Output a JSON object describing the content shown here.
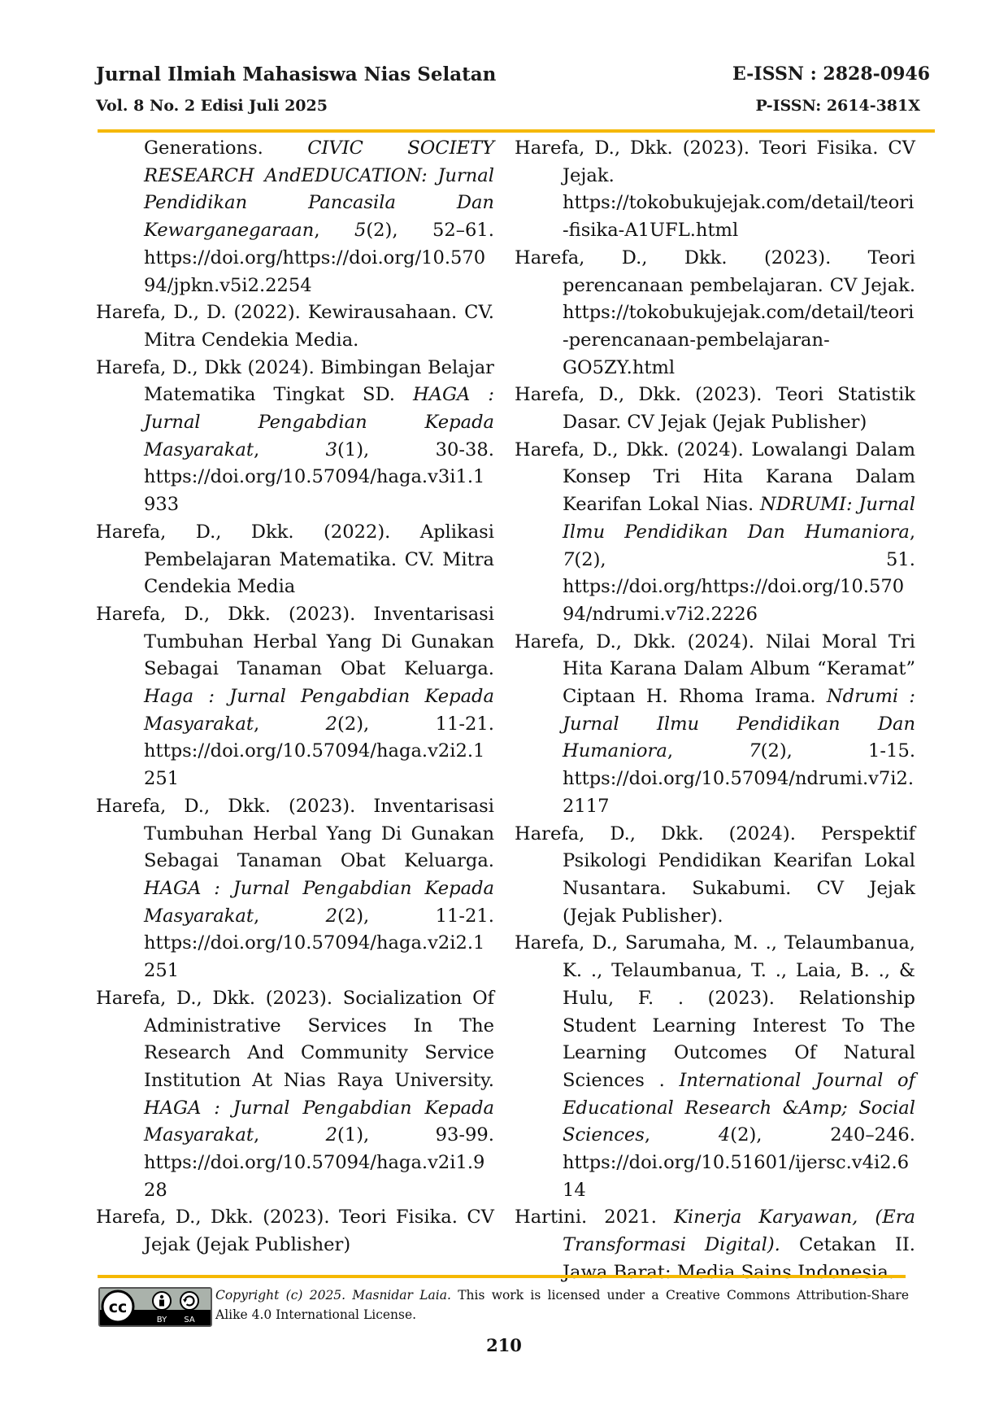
{
  "header": {
    "journal_title": "Jurnal Ilmiah Mahasiswa Nias Selatan",
    "volume": "Vol. 8 No. 2 Edisi Juli 2025",
    "eissn": "E-ISSN : 2828-0946",
    "pissn": "P-ISSN: 2614-381X"
  },
  "colors": {
    "rule": "#F5B800",
    "text": "#111111"
  },
  "left_column": [
    {
      "continuation": true,
      "parts": [
        {
          "t": "Generations. "
        },
        {
          "t": "CIVIC SOCIETY RESEARCH AndEDUCATION: Jurnal Pendidikan Pancasila Dan Kewarganegaraan",
          "i": true
        },
        {
          "t": ", "
        },
        {
          "t": "5",
          "i": true
        },
        {
          "t": "(2), 52–61. https://doi.org/https://doi.org/10.57094/jpkn.v5i2.2254"
        }
      ]
    },
    {
      "parts": [
        {
          "t": "Harefa, D., D. (2022). Kewirausahaan. CV. Mitra Cendekia Media."
        }
      ]
    },
    {
      "parts": [
        {
          "t": "Harefa, D., Dkk (2024). Bimbingan Belajar Matematika Tingkat SD. "
        },
        {
          "t": "HAGA : Jurnal Pengabdian Kepada Masyarakat",
          "i": true
        },
        {
          "t": ", "
        },
        {
          "t": "3",
          "i": true
        },
        {
          "t": "(1), 30-38. https://doi.org/10.57094/haga.v3i1.1933"
        }
      ]
    },
    {
      "parts": [
        {
          "t": "Harefa, D., Dkk. (2022). Aplikasi Pembelajaran Matematika. CV. Mitra Cendekia Media"
        }
      ]
    },
    {
      "parts": [
        {
          "t": "Harefa, D., Dkk. (2023). Inventarisasi Tumbuhan Herbal Yang Di Gunakan Sebagai Tanaman Obat Keluarga. "
        },
        {
          "t": "Haga : Jurnal Pengabdian Kepada Masyarakat",
          "i": true
        },
        {
          "t": ", "
        },
        {
          "t": "2",
          "i": true
        },
        {
          "t": "(2), 11-21. https://doi.org/10.57094/haga.v2i2.1251"
        }
      ]
    },
    {
      "parts": [
        {
          "t": "Harefa, D., Dkk. (2023). Inventarisasi Tumbuhan Herbal Yang Di Gunakan Sebagai Tanaman Obat Keluarga. "
        },
        {
          "t": "HAGA : Jurnal Pengabdian Kepada Masyarakat",
          "i": true
        },
        {
          "t": ", "
        },
        {
          "t": "2",
          "i": true
        },
        {
          "t": "(2), 11-21. https://doi.org/10.57094/haga.v2i2.1251"
        }
      ]
    },
    {
      "parts": [
        {
          "t": "Harefa, D., Dkk. (2023). Socialization Of Administrative Services In The Research And Community Service Institution At Nias Raya University. "
        },
        {
          "t": "HAGA : Jurnal Pengabdian Kepada Masyarakat",
          "i": true
        },
        {
          "t": ", "
        },
        {
          "t": "2",
          "i": true
        },
        {
          "t": "(1), 93-99. https://doi.org/10.57094/haga.v2i1.928"
        }
      ]
    },
    {
      "parts": [
        {
          "t": "Harefa, D., Dkk. (2023). Teori Fisika. CV Jejak (Jejak Publisher)"
        }
      ]
    }
  ],
  "right_column": [
    {
      "parts": [
        {
          "t": "Harefa, D., Dkk. (2023). Teori Fisika. CV Jejak. https://tokobukujejak.com/detail/teori-fisika-A1UFL.html"
        }
      ]
    },
    {
      "parts": [
        {
          "t": "Harefa, D., Dkk. (2023). Teori perencanaan pembelajaran. CV Jejak. https://tokobukujejak.com/detail/teori-perencanaan-pembelajaran-GO5ZY.html"
        }
      ]
    },
    {
      "parts": [
        {
          "t": "Harefa, D., Dkk. (2023). Teori Statistik Dasar. CV Jejak (Jejak Publisher)"
        }
      ]
    },
    {
      "parts": [
        {
          "t": "Harefa, D., Dkk. (2024). Lowalangi Dalam Konsep Tri Hita Karana Dalam Kearifan Lokal Nias. "
        },
        {
          "t": "NDRUMI: Jurnal Ilmu Pendidikan Dan Humaniora",
          "i": true
        },
        {
          "t": ", "
        },
        {
          "t": "7",
          "i": true
        },
        {
          "t": "(2), 51. https://doi.org/https://doi.org/10.57094/ndrumi.v7i2.2226"
        }
      ]
    },
    {
      "parts": [
        {
          "t": "Harefa, D., Dkk. (2024). Nilai Moral Tri Hita Karana Dalam Album “Keramat” Ciptaan H. Rhoma Irama. "
        },
        {
          "t": "Ndrumi : Jurnal Ilmu Pendidikan Dan Humaniora",
          "i": true
        },
        {
          "t": ", "
        },
        {
          "t": "7",
          "i": true
        },
        {
          "t": "(2), 1-15. https://doi.org/10.57094/ndrumi.v7i2.2117"
        }
      ]
    },
    {
      "parts": [
        {
          "t": "Harefa, D., Dkk. (2024). Perspektif Psikologi Pendidikan Kearifan Lokal Nusantara. Sukabumi. CV Jejak (Jejak Publisher)."
        }
      ]
    },
    {
      "parts": [
        {
          "t": "Harefa, D., Sarumaha, M. ., Telaumbanua, K. ., Telaumbanua, T. ., Laia, B. ., & Hulu, F. . (2023). Relationship Student Learning Interest To The Learning Outcomes Of Natural Sciences . "
        },
        {
          "t": "International Journal of Educational Research &Amp; Social Sciences",
          "i": true
        },
        {
          "t": ", "
        },
        {
          "t": "4",
          "i": true
        },
        {
          "t": "(2), 240–246. https://doi.org/10.51601/ijersc.v4i2.614"
        }
      ]
    },
    {
      "parts": [
        {
          "t": "Hartini. 2021. "
        },
        {
          "t": "Kinerja Karyawan, (Era Transformasi Digital).",
          "i": true
        },
        {
          "t": " Cetakan II. Jawa Barat: Media Sains Indonesia."
        }
      ]
    }
  ],
  "footer": {
    "cc_badge_labels": {
      "by": "BY",
      "sa": "SA",
      "cc": "cc"
    },
    "license_italic": "Copyright (c) 2025. Masnidar Laia.",
    "license_text": " This work is licensed under a Creative Commons Attribution-Share Alike 4.0 International License.",
    "page_number": "210"
  }
}
